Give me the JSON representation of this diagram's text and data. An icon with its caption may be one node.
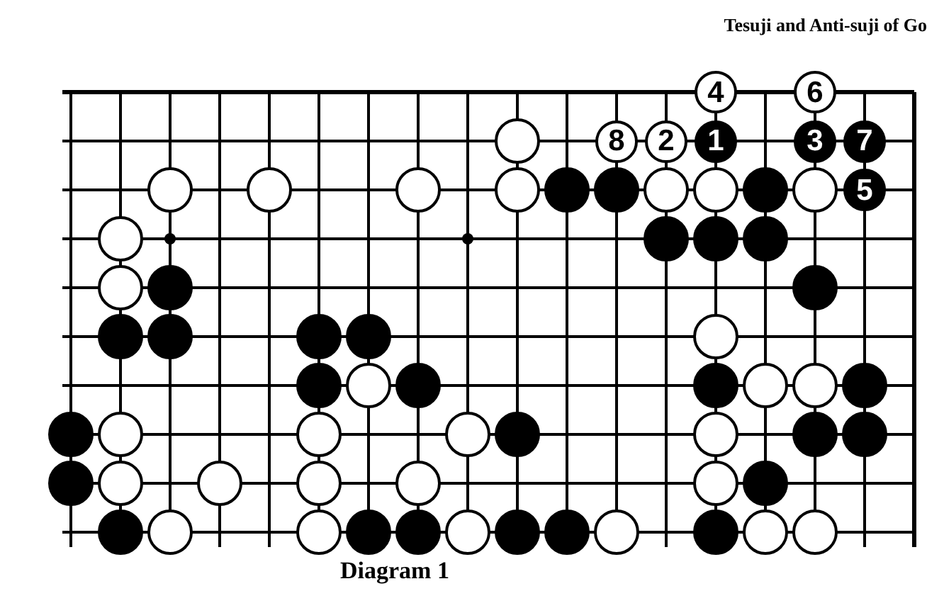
{
  "diagram": {
    "title": "Tesuji and Anti-suji of Go",
    "caption": "Diagram 1",
    "nodes": [
      {
        "text": [
          "4"
        ]
      },
      {
        "text": [
          "6"
        ]
      },
      {
        "text": [
          "8"
        ]
      },
      {
        "text": [
          "2"
        ]
      },
      {
        "text": [
          "1"
        ]
      },
      {
        "text": [
          "3"
        ]
      },
      {
        "text": [
          "7"
        ]
      },
      {
        "text": [
          "5"
        ]
      }
    ]
  }
}
